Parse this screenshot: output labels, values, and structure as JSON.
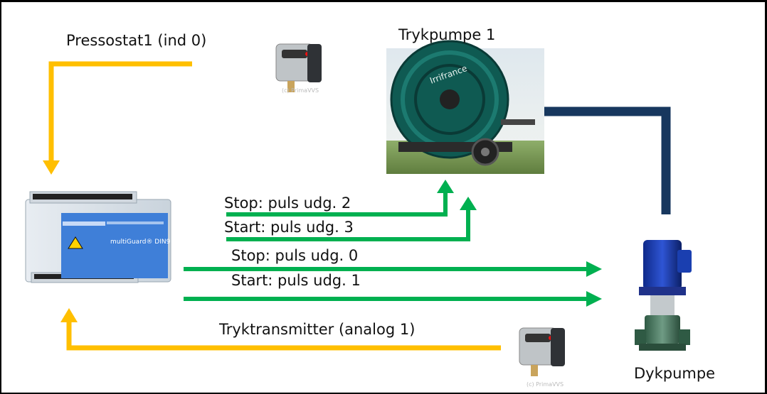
{
  "labels": {
    "pressostat": "Pressostat1 (ind 0)",
    "trykpumpe": "Trykpumpe 1",
    "stop2": "Stop: puls udg. 2",
    "start3": "Start: puls udg. 3",
    "stop0": "Stop: puls udg. 0",
    "start1": "Start: puls udg. 1",
    "tryktransmitter": "Tryktransmitter (analog 1)",
    "dykpumpe": "Dykpumpe"
  },
  "images": {
    "controller_brand": "multiGuard® DIN9",
    "watermark": "(c) PrimaVVS",
    "reel_brand": "Irrifrance"
  },
  "colors": {
    "signal_yellow": "#ffbf00",
    "control_green": "#00b050",
    "pipe_navy": "#17375e"
  }
}
